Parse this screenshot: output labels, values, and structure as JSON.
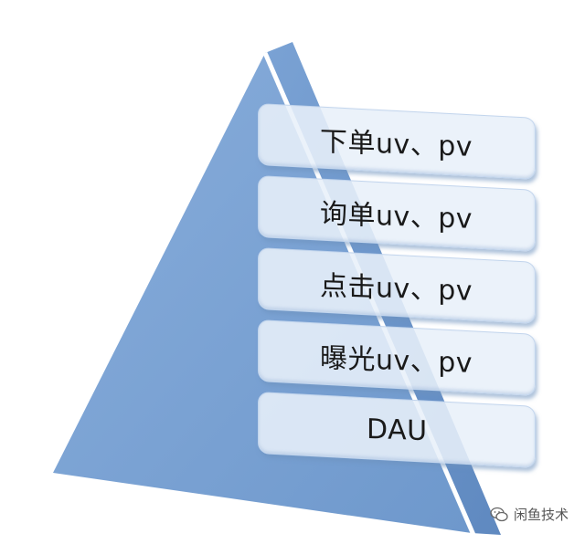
{
  "diagram": {
    "levels": [
      {
        "label": "下单uv、pv"
      },
      {
        "label": "询单uv、pv"
      },
      {
        "label": "点击uv、pv"
      },
      {
        "label": "曝光uv、pv"
      },
      {
        "label": "DAU"
      }
    ]
  },
  "watermark": {
    "text": "闲鱼技术",
    "icon": "wechat-icon"
  },
  "colors": {
    "pyramid_front": "#7fa6d6",
    "pyramid_side": "#6b93c8",
    "level_fill": "#e8f0f9",
    "label_text": "#1a1a1a"
  }
}
